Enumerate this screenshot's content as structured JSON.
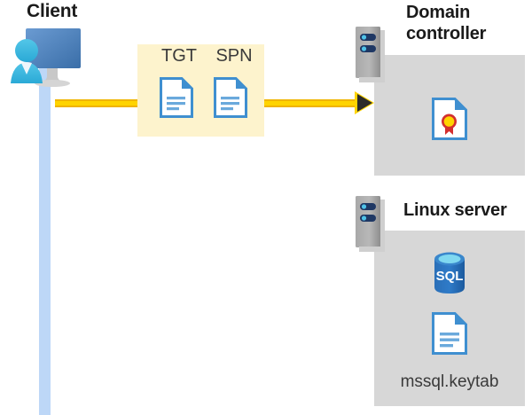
{
  "diagram": {
    "title_client": "Client",
    "title_domain_controller": "Domain controller",
    "title_linux_server": "Linux server",
    "tokens": [
      {
        "label": "TGT",
        "icon": "document-icon"
      },
      {
        "label": "SPN",
        "icon": "document-icon"
      }
    ],
    "domain_controller": {
      "artifacts": [
        {
          "name": "certificate",
          "icon": "certificate-document-icon"
        }
      ]
    },
    "linux_server": {
      "artifacts": [
        {
          "name": "sql-database",
          "icon": "sql-database-icon",
          "label": "SQL"
        },
        {
          "name": "keytab-file",
          "icon": "document-icon",
          "label": "mssql.keytab"
        }
      ],
      "keytab_filename": "mssql.keytab",
      "sql_label": "SQL"
    },
    "flow": {
      "direction": "client-to-domain-controller",
      "arrow_color": "#ffd400"
    },
    "colors": {
      "token_box": "#fdf3cd",
      "panel": "#d7d7d7",
      "lifeline": "#bdd7f7",
      "arrow": "#ffd400",
      "arrow_border": "#f0b400",
      "heading": "#1a1a1a",
      "body_text": "#3a3a3a",
      "doc_blue": "#3f8fd0",
      "server_gray": "#9b9b9b",
      "server_dark": "#1f3864",
      "sql_blue": "#1b6ec2"
    }
  }
}
